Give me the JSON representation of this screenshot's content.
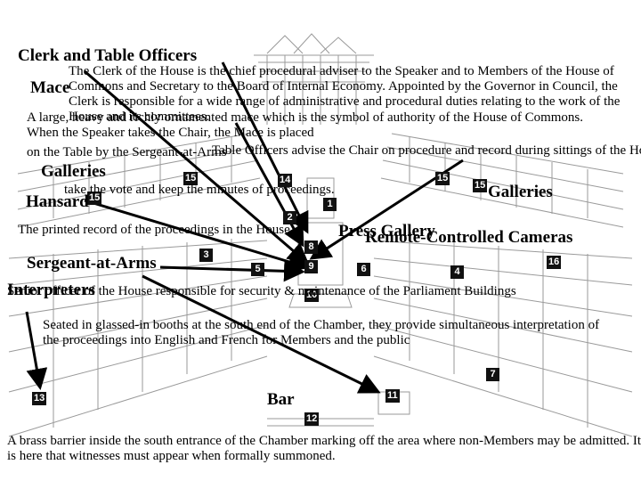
{
  "headings": {
    "clerk": "Clerk and Table Officers",
    "mace": "Mace",
    "galleries_left": "Galleries",
    "galleries_right": "Galleries",
    "hansard": "Hansard",
    "press_gallery": "Press Gallery",
    "remote": "Remote-Controlled Cameras",
    "sergeant": "Sergeant-at-Arms",
    "interpreters": "Interpreters",
    "bar": "Bar"
  },
  "descriptions": {
    "clerk": "The Clerk of the House is the chief procedural adviser to the Speaker and to Members of the House of Commons and Secretary to the Board of Internal Economy. Appointed by the Governor in Council, the Clerk is responsible for a wide range of administrative and procedural duties relating to the work of the House and its committees.",
    "mace": "A large, heavy and richly ornamented mace which is the symbol of authority of the House of Commons. When the Speaker takes the Chair, the Mace is placed",
    "mace_2": "on the Table by the Sergeant-at-Arms",
    "table_officers": "Table Officers advise the Chair on procedure and record during sittings of the House",
    "table_officers_2": "take the vote and keep the minutes of proceedings.",
    "hansard": "The printed record of the proceedings in the House",
    "sergeant": "Senior officer of the House responsible for security & maintenance of the Parliament Buildings",
    "interpreters": "Seated in glassed-in booths at the south end of the Chamber, they provide simultaneous interpretation of the proceedings into English and French for Members and the public",
    "bar": "A brass barrier inside the south entrance of the Chamber marking off the area where non-Members may be admitted. It is here that witnesses must appear when formally summoned."
  },
  "markers": [
    "1",
    "2",
    "3",
    "4",
    "5",
    "6",
    "7",
    "8",
    "9",
    "10",
    "11",
    "12",
    "13",
    "14",
    "15",
    "15",
    "15",
    "15",
    "16"
  ],
  "colors": {
    "ink": "#000000",
    "marker_bg": "#111111",
    "marker_text": "#ffffff",
    "drawing": "#9a9a9a"
  }
}
